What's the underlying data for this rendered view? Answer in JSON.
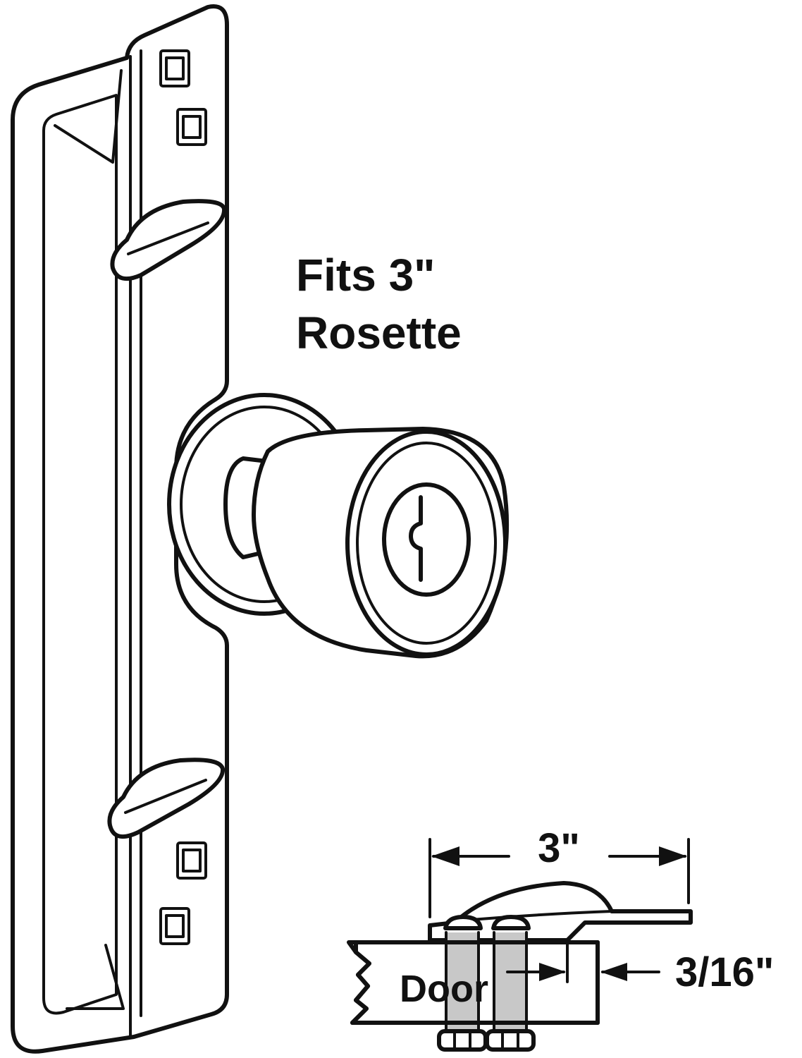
{
  "callout": {
    "line1": "Fits 3\"",
    "line2": "Rosette"
  },
  "dimensions": {
    "width_label": "3\"",
    "thickness_label": "3/16\"",
    "door_label": "Door"
  },
  "colors": {
    "line": "#111111",
    "background": "#ffffff",
    "screw_shade": "#c8c8c8"
  }
}
